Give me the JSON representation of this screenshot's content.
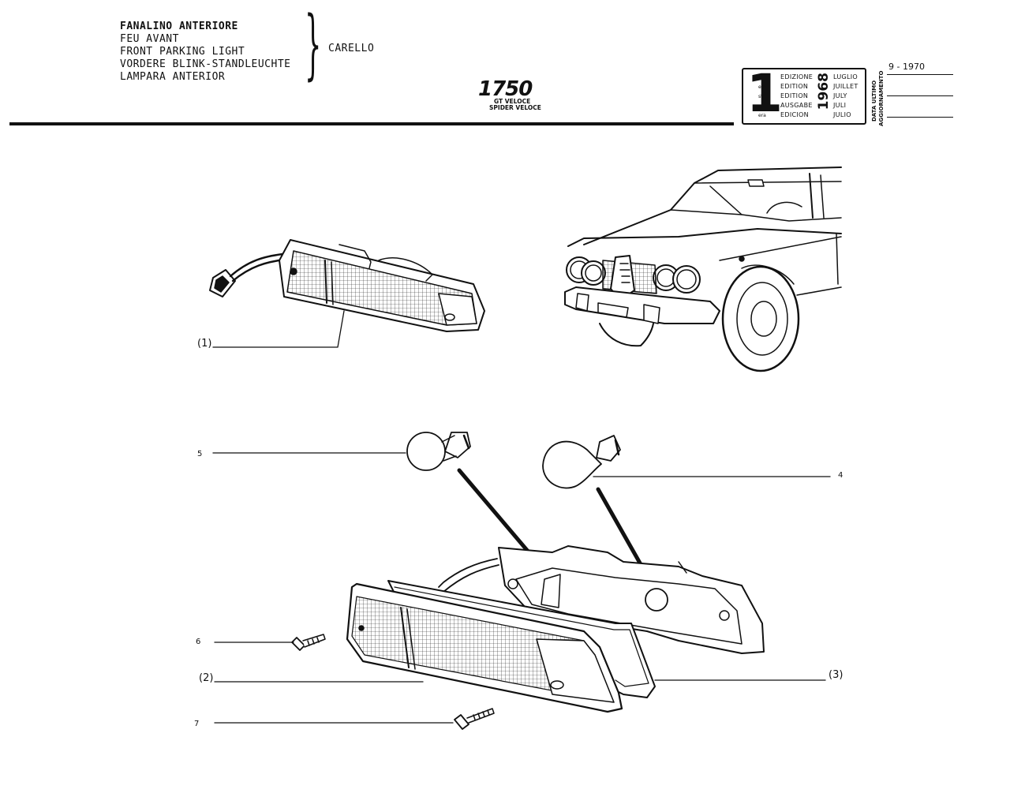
{
  "header": {
    "titles": [
      "FANALINO ANTERIORE",
      "FEU AVANT",
      "FRONT PARKING LIGHT",
      "VORDERE BLINK-STANDLEUCHTE",
      "LAMPARA ANTERIOR"
    ],
    "supplier": "CARELLO",
    "model": "1750",
    "model_variants": [
      "GT VELOCE",
      "SPIDER VELOCE"
    ]
  },
  "edition_box": {
    "number": "1",
    "ordinals": [
      "a",
      "ere",
      "st",
      ".",
      "era"
    ],
    "words": [
      "EDIZIONE",
      "EDITION",
      "EDITION",
      "AUSGABE",
      "EDICION"
    ],
    "months": [
      "LUGLIO",
      "JUILLET",
      "JULY",
      "JULI",
      "JULIO"
    ],
    "year": "1968"
  },
  "update": {
    "label_line1": "DATA ULTIMO",
    "label_line2": "AGGIORNAMENTO",
    "date": "9 - 1970"
  },
  "callouts": {
    "c1": "(1)",
    "c2": "(2)",
    "c3": "(3)",
    "c4": "4",
    "c5": "5",
    "c6": "6",
    "c7": "7"
  }
}
